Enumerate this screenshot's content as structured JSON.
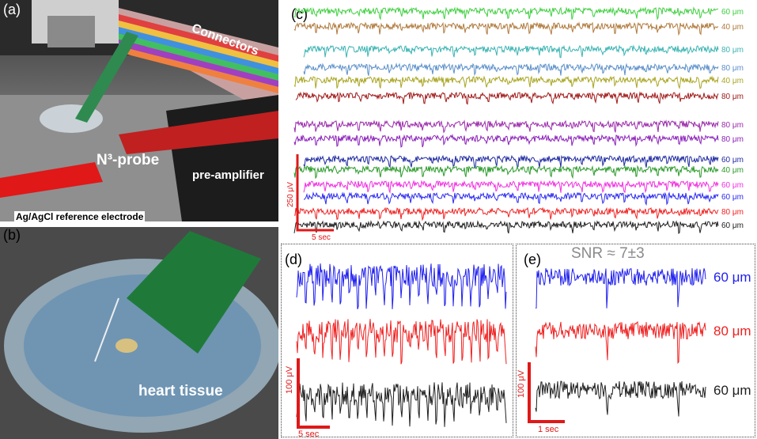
{
  "panels": {
    "a": {
      "label": "(a)",
      "connectors": "Connectors",
      "probe": "N³-probe",
      "preamp": "pre-amplifier"
    },
    "b": {
      "label": "(b)",
      "reference": "Ag/AgCl reference electrode",
      "tissue": "heart tissue"
    },
    "c": {
      "label": "(c)",
      "scale_v": "250 μV",
      "scale_t": "5 sec",
      "traces": [
        {
          "color": "#3fcf3f",
          "label": "60 μm"
        },
        {
          "color": "#b07a3c",
          "label": "40 μm"
        },
        {
          "color": "#3bb3b3",
          "label": "80 μm"
        },
        {
          "color": "#5a8fc8",
          "label": "80 μm"
        },
        {
          "color": "#a8a520",
          "label": "40 μm"
        },
        {
          "color": "#a01818",
          "label": "80 μm"
        },
        {
          "color": "#9a2aaa",
          "label": "80 μm"
        },
        {
          "color": "#8a1fb8",
          "label": "80 μm"
        },
        {
          "color": "#1f2aa0",
          "label": "60 μm"
        },
        {
          "color": "#2a9a2a",
          "label": "40 μm"
        },
        {
          "color": "#f030e0",
          "label": "60 μm"
        },
        {
          "color": "#2a2af0",
          "label": "60 μm"
        },
        {
          "color": "#f02020",
          "label": "80 μm"
        },
        {
          "color": "#202020",
          "label": "60 μm"
        }
      ]
    },
    "d": {
      "label": "(d)",
      "scale_v": "100 μV",
      "scale_t": "5 sec",
      "colors": [
        "#2020f0",
        "#f02020",
        "#202020"
      ]
    },
    "e": {
      "label": "(e)",
      "snr": "SNR ≈ 7±3",
      "scale_v": "100 μV",
      "scale_t": "1 sec",
      "traces": [
        {
          "color": "#2020f0",
          "label": "60 μm"
        },
        {
          "color": "#f02020",
          "label": "80 μm"
        },
        {
          "color": "#202020",
          "label": "60 μm"
        }
      ]
    }
  }
}
